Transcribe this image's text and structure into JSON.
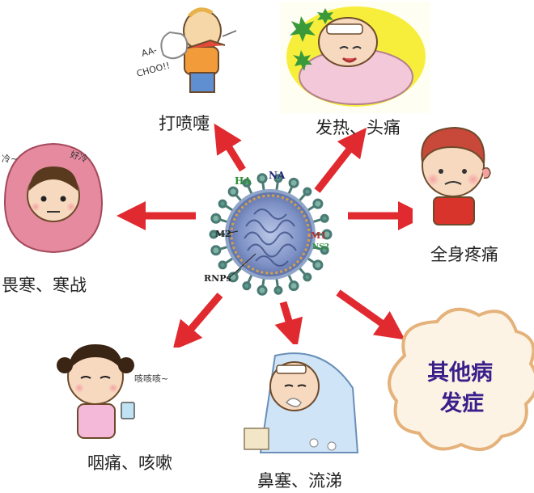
{
  "center": {
    "labels": {
      "ha": "HA",
      "na": "NA",
      "m2": "M2",
      "m1": "M1",
      "ns2": "NS2",
      "rnps": "RNPs"
    }
  },
  "symptoms": [
    {
      "id": "sneeze",
      "label": "打喷嚏",
      "cartoon_text_1": "AA-",
      "cartoon_text_2": "CHOO!!"
    },
    {
      "id": "fever",
      "label": "发热、头痛"
    },
    {
      "id": "body-ache",
      "label": "全身疼痛"
    },
    {
      "id": "chills",
      "label": "畏寒、寒战",
      "cartoon_text_1": "好冷",
      "cartoon_text_2": "冷~"
    },
    {
      "id": "sore-throat",
      "label": "咽痛、咳嗽",
      "cartoon_text_1": "咳咳咳~"
    },
    {
      "id": "nasal",
      "label": "鼻塞、流涕"
    }
  ],
  "other": {
    "line1": "其他病",
    "line2": "发症"
  },
  "colors": {
    "arrow": "#e02a30",
    "label_text": "#222222",
    "other_text": "#3a1f8a",
    "cloud_border": "#e4b27a",
    "cloud_fill": "#fdf3e4"
  }
}
